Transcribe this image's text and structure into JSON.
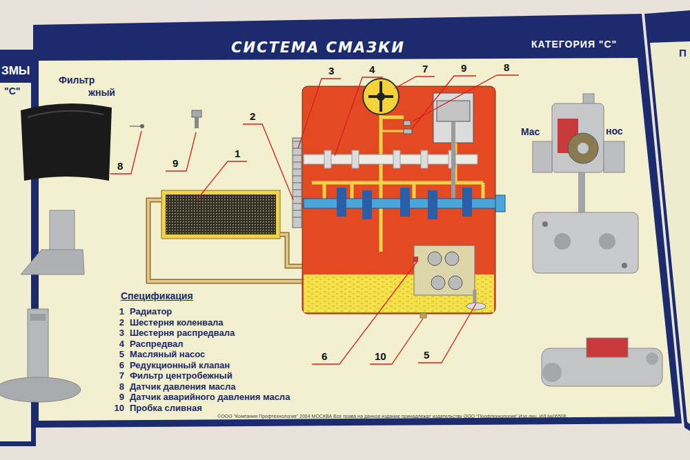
{
  "diagram": {
    "title": "СИСТЕМА СМАЗКИ",
    "labels": [
      "ЗМЫ",
      "\"С\"",
      "КАТЕГОРИЯ \"С\"",
      "П",
      "Фильтр",
      "жный",
      "8",
      "9",
      "3",
      "4",
      "7",
      "9",
      "8",
      "2",
      "1",
      "6",
      "10",
      "5",
      "Мас",
      "нос",
      "Спецификация",
      "1",
      "Радиатор",
      "2",
      "Шестерня коленвала",
      "3",
      "Шестерня распредвала",
      "4",
      "Распредвал",
      "5",
      "Масляный насос",
      "6",
      "Редукционный клапан",
      "7",
      "Фильтр центробежный",
      "8",
      "Датчик давления масла",
      "9",
      "Датчик аварийного давления масла",
      "10",
      "Пробка сливная",
      "©ООО \"Компания Профтехнология\" 2004 МОСКВА Все права на данное издание принадлежат издательству ООО \"Профтехнология\" Изд.лиц. ИД №06508"
    ]
  }
}
